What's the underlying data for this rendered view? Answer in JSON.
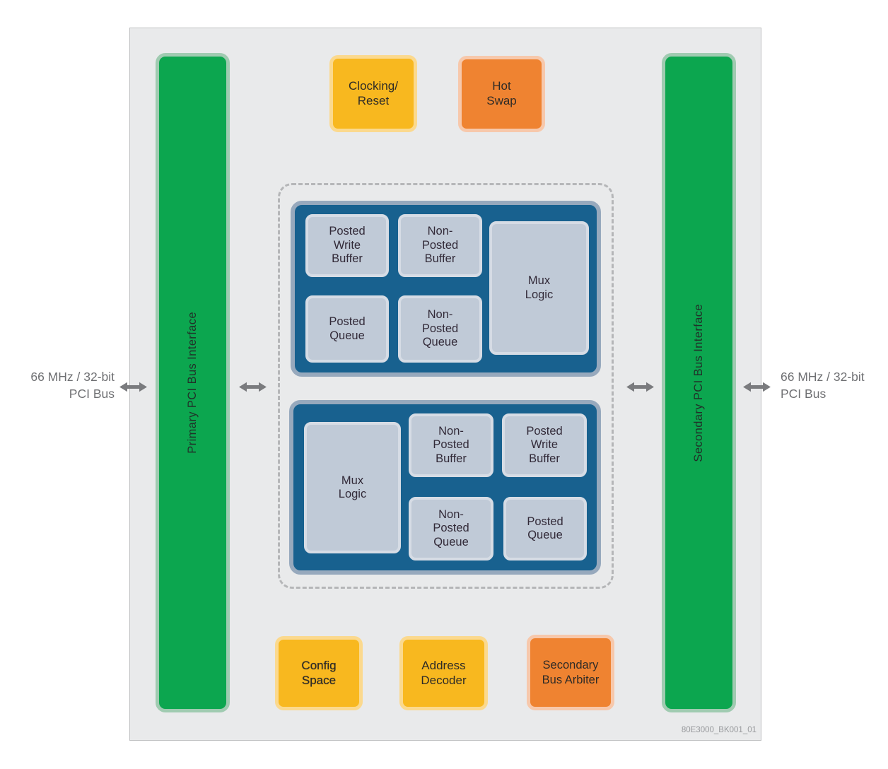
{
  "figure_id": "80E3000_BK001_01",
  "bus": {
    "left_label": "66 MHz / 32-bit\nPCI Bus",
    "right_label": "66 MHz / 32-bit\nPCI Bus"
  },
  "chip": {
    "interfaces": {
      "primary": "Primary PCI Bus Interface",
      "secondary": "Secondary PCI Bus Interface"
    },
    "top_blocks": {
      "clocking_reset": "Clocking/\nReset",
      "hot_swap": "Hot\nSwap"
    },
    "bottom_blocks": {
      "config_space": "Config\nSpace",
      "address_decoder": "Address\nDecoder",
      "secondary_bus_arbiter": "Secondary\nBus Arbiter"
    },
    "buffer_groups": {
      "upper": {
        "posted_write_buffer": "Posted\nWrite\nBuffer",
        "non_posted_buffer": "Non-\nPosted\nBuffer",
        "mux_logic": "Mux\nLogic",
        "posted_queue": "Posted\nQueue",
        "non_posted_queue": "Non-\nPosted\nQueue"
      },
      "lower": {
        "mux_logic": "Mux\nLogic",
        "non_posted_buffer": "Non-\nPosted\nBuffer",
        "posted_write_buffer": "Posted\nWrite\nBuffer",
        "non_posted_queue": "Non-\nPosted\nQueue",
        "posted_queue": "Posted\nQueue"
      }
    }
  },
  "palette": {
    "interface_green": "#0ca64f",
    "green_halo": "#a0cbb1",
    "block_yellow": "#f8b81f",
    "yellow_halo": "#fbd98e",
    "block_orange": "#ef8331",
    "orange_halo": "#f7c8ab",
    "buffer_blue": "#18618f",
    "buffer_group_border": "#97a9bd",
    "buffer_cell_fill": "#c0cad7",
    "buffer_cell_border": "#d6dce5",
    "chip_background": "#e9eaeb",
    "dashed_border_gray": "#b5b6b8",
    "arrow_gray": "#7a7b7e",
    "bus_label_gray": "#6e6f72"
  }
}
